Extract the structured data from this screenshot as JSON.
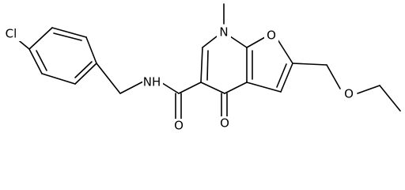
{
  "molecule": {
    "atoms": {
      "chlorine": "Cl",
      "amide_nh": "NH",
      "ring_n": "N",
      "ring_o": "O",
      "carbonyl_o_amide": "O",
      "carbonyl_o_ring": "O",
      "ether_o": "O"
    }
  }
}
